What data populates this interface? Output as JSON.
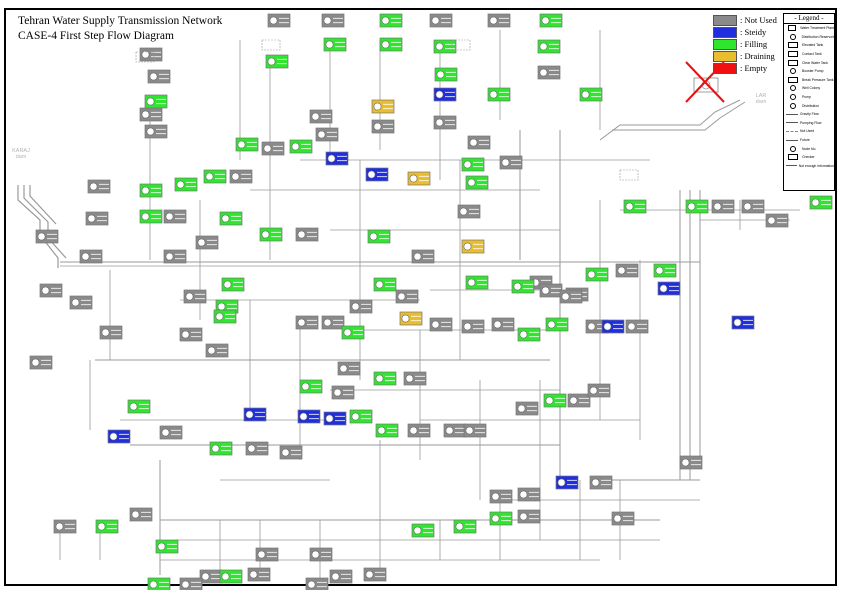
{
  "title": {
    "line1": "Tehran Water Supply Transmission Network",
    "line2": "CASE-4 First Step Flow Diagram"
  },
  "status_key": [
    {
      "label": ": Not Used",
      "color": "#8a8a8a"
    },
    {
      "label": ": Steidy",
      "color": "#1f2fe0"
    },
    {
      "label": ": Filling",
      "color": "#2ee62e"
    },
    {
      "label": ": Draining",
      "color": "#e8bd2e"
    },
    {
      "label": ": Empty",
      "color": "#f01010"
    }
  ],
  "legend": {
    "title": "- Legend -",
    "items": [
      {
        "label": "Water Treatment Plant",
        "icon": "box-icon"
      },
      {
        "label": "Distribution Reservoir",
        "icon": "circle-icon"
      },
      {
        "label": "Elevated Tank",
        "icon": "box-icon"
      },
      {
        "label": "Contact Tank",
        "icon": "box-icon"
      },
      {
        "label": "Clear Water Tank",
        "icon": "box-icon"
      },
      {
        "label": "Booster Pump",
        "icon": "circle-icon"
      },
      {
        "label": "Break Pressure Tank",
        "icon": "box-icon"
      },
      {
        "label": "Well Colony",
        "icon": "circle-icon"
      },
      {
        "label": "Pump",
        "icon": "circle-icon"
      },
      {
        "label": "Distribution",
        "icon": "circle-icon"
      },
      {
        "label": "Gravity Flow",
        "icon": "line-icon"
      },
      {
        "label": "Pumping Flow",
        "icon": "line-icon"
      },
      {
        "label": "Not Used",
        "icon": "dash-icon"
      },
      {
        "label": "Future",
        "icon": "line-icon"
      },
      {
        "label": "Node No.",
        "icon": "circle-icon"
      },
      {
        "label": "Checker",
        "icon": "box-icon"
      },
      {
        "label": "Not enough information",
        "icon": "line-icon"
      }
    ]
  },
  "dams": {
    "karaj": "KARAJ dam",
    "lar": "LAR dam"
  },
  "colors": {
    "pipe": "#9a9a9a",
    "node_outline": "#8c8c8c",
    "cross": "#e81010"
  },
  "nodes": [
    {
      "s": "N"
    },
    {
      "s": "N"
    },
    {
      "s": "F"
    },
    {
      "s": "F"
    },
    {
      "s": "F"
    },
    {
      "s": "N"
    },
    {
      "s": "N"
    },
    {
      "s": "F"
    },
    {
      "s": "F"
    },
    {
      "s": "F"
    },
    {
      "s": "N"
    },
    {
      "s": "D"
    },
    {
      "s": "S"
    },
    {
      "s": "F"
    },
    {
      "s": "F"
    },
    {
      "s": "F"
    },
    {
      "s": "N"
    },
    {
      "s": "F"
    },
    {
      "s": "N"
    },
    {
      "s": "N"
    },
    {
      "s": "F"
    },
    {
      "s": "N"
    },
    {
      "s": "N"
    },
    {
      "s": "N"
    },
    {
      "s": "S"
    },
    {
      "s": "N"
    },
    {
      "s": "D"
    },
    {
      "s": "S"
    },
    {
      "s": "N"
    },
    {
      "s": "F"
    },
    {
      "s": "N"
    },
    {
      "s": "F"
    },
    {
      "s": "N"
    },
    {
      "s": "F"
    },
    {
      "s": "N"
    },
    {
      "s": "F"
    },
    {
      "s": "F"
    },
    {
      "s": "N"
    },
    {
      "s": "F"
    },
    {
      "s": "F"
    },
    {
      "s": "N"
    },
    {
      "s": "D"
    },
    {
      "s": "N"
    },
    {
      "s": "F"
    },
    {
      "s": "F"
    },
    {
      "s": "N"
    },
    {
      "s": "N"
    },
    {
      "s": "N"
    },
    {
      "s": "F"
    },
    {
      "s": "N"
    },
    {
      "s": "N"
    },
    {
      "s": "F"
    },
    {
      "s": "N"
    },
    {
      "s": "N"
    },
    {
      "s": "F"
    },
    {
      "s": "F"
    },
    {
      "s": "N"
    },
    {
      "s": "N"
    },
    {
      "s": "N"
    },
    {
      "s": "F"
    },
    {
      "s": "N"
    },
    {
      "s": "S"
    },
    {
      "s": "N"
    },
    {
      "s": "F"
    },
    {
      "s": "F"
    },
    {
      "s": "N"
    },
    {
      "s": "F"
    },
    {
      "s": "N"
    },
    {
      "s": "D"
    },
    {
      "s": "F"
    },
    {
      "s": "N"
    },
    {
      "s": "N"
    },
    {
      "s": "N"
    },
    {
      "s": "F"
    },
    {
      "s": "N"
    },
    {
      "s": "N"
    },
    {
      "s": "N"
    },
    {
      "s": "F"
    },
    {
      "s": "N"
    },
    {
      "s": "N"
    },
    {
      "s": "N"
    },
    {
      "s": "F"
    },
    {
      "s": "S"
    },
    {
      "s": "N"
    },
    {
      "s": "N"
    },
    {
      "s": "F"
    },
    {
      "s": "N"
    },
    {
      "s": "F"
    },
    {
      "s": "N"
    },
    {
      "s": "F"
    },
    {
      "s": "N"
    },
    {
      "s": "N"
    },
    {
      "s": "F"
    },
    {
      "s": "N"
    },
    {
      "s": "N"
    },
    {
      "s": "F"
    },
    {
      "s": "N"
    },
    {
      "s": "S"
    },
    {
      "s": "N"
    },
    {
      "s": "S"
    },
    {
      "s": "N"
    },
    {
      "s": "F"
    },
    {
      "s": "N"
    },
    {
      "s": "S"
    },
    {
      "s": "S"
    },
    {
      "s": "F"
    },
    {
      "s": "F"
    },
    {
      "s": "N"
    },
    {
      "s": "N"
    },
    {
      "s": "N"
    },
    {
      "s": "N"
    },
    {
      "s": "F"
    },
    {
      "s": "N"
    },
    {
      "s": "N"
    },
    {
      "s": "F"
    },
    {
      "s": "N"
    },
    {
      "s": "F"
    },
    {
      "s": "N"
    },
    {
      "s": "N"
    },
    {
      "s": "S"
    },
    {
      "s": "N"
    },
    {
      "s": "F"
    },
    {
      "s": "N"
    },
    {
      "s": "F"
    },
    {
      "s": "N"
    },
    {
      "s": "N"
    },
    {
      "s": "S"
    },
    {
      "s": "N"
    },
    {
      "s": "N"
    },
    {
      "s": "F"
    },
    {
      "s": "N"
    },
    {
      "s": "F"
    },
    {
      "s": "N"
    },
    {
      "s": "N"
    },
    {
      "s": "N"
    },
    {
      "s": "F"
    },
    {
      "s": "N"
    },
    {
      "s": "N"
    },
    {
      "s": "F"
    },
    {
      "s": "N"
    },
    {
      "s": "N"
    },
    {
      "s": "N"
    },
    {
      "s": "F"
    },
    {
      "s": "N"
    }
  ]
}
